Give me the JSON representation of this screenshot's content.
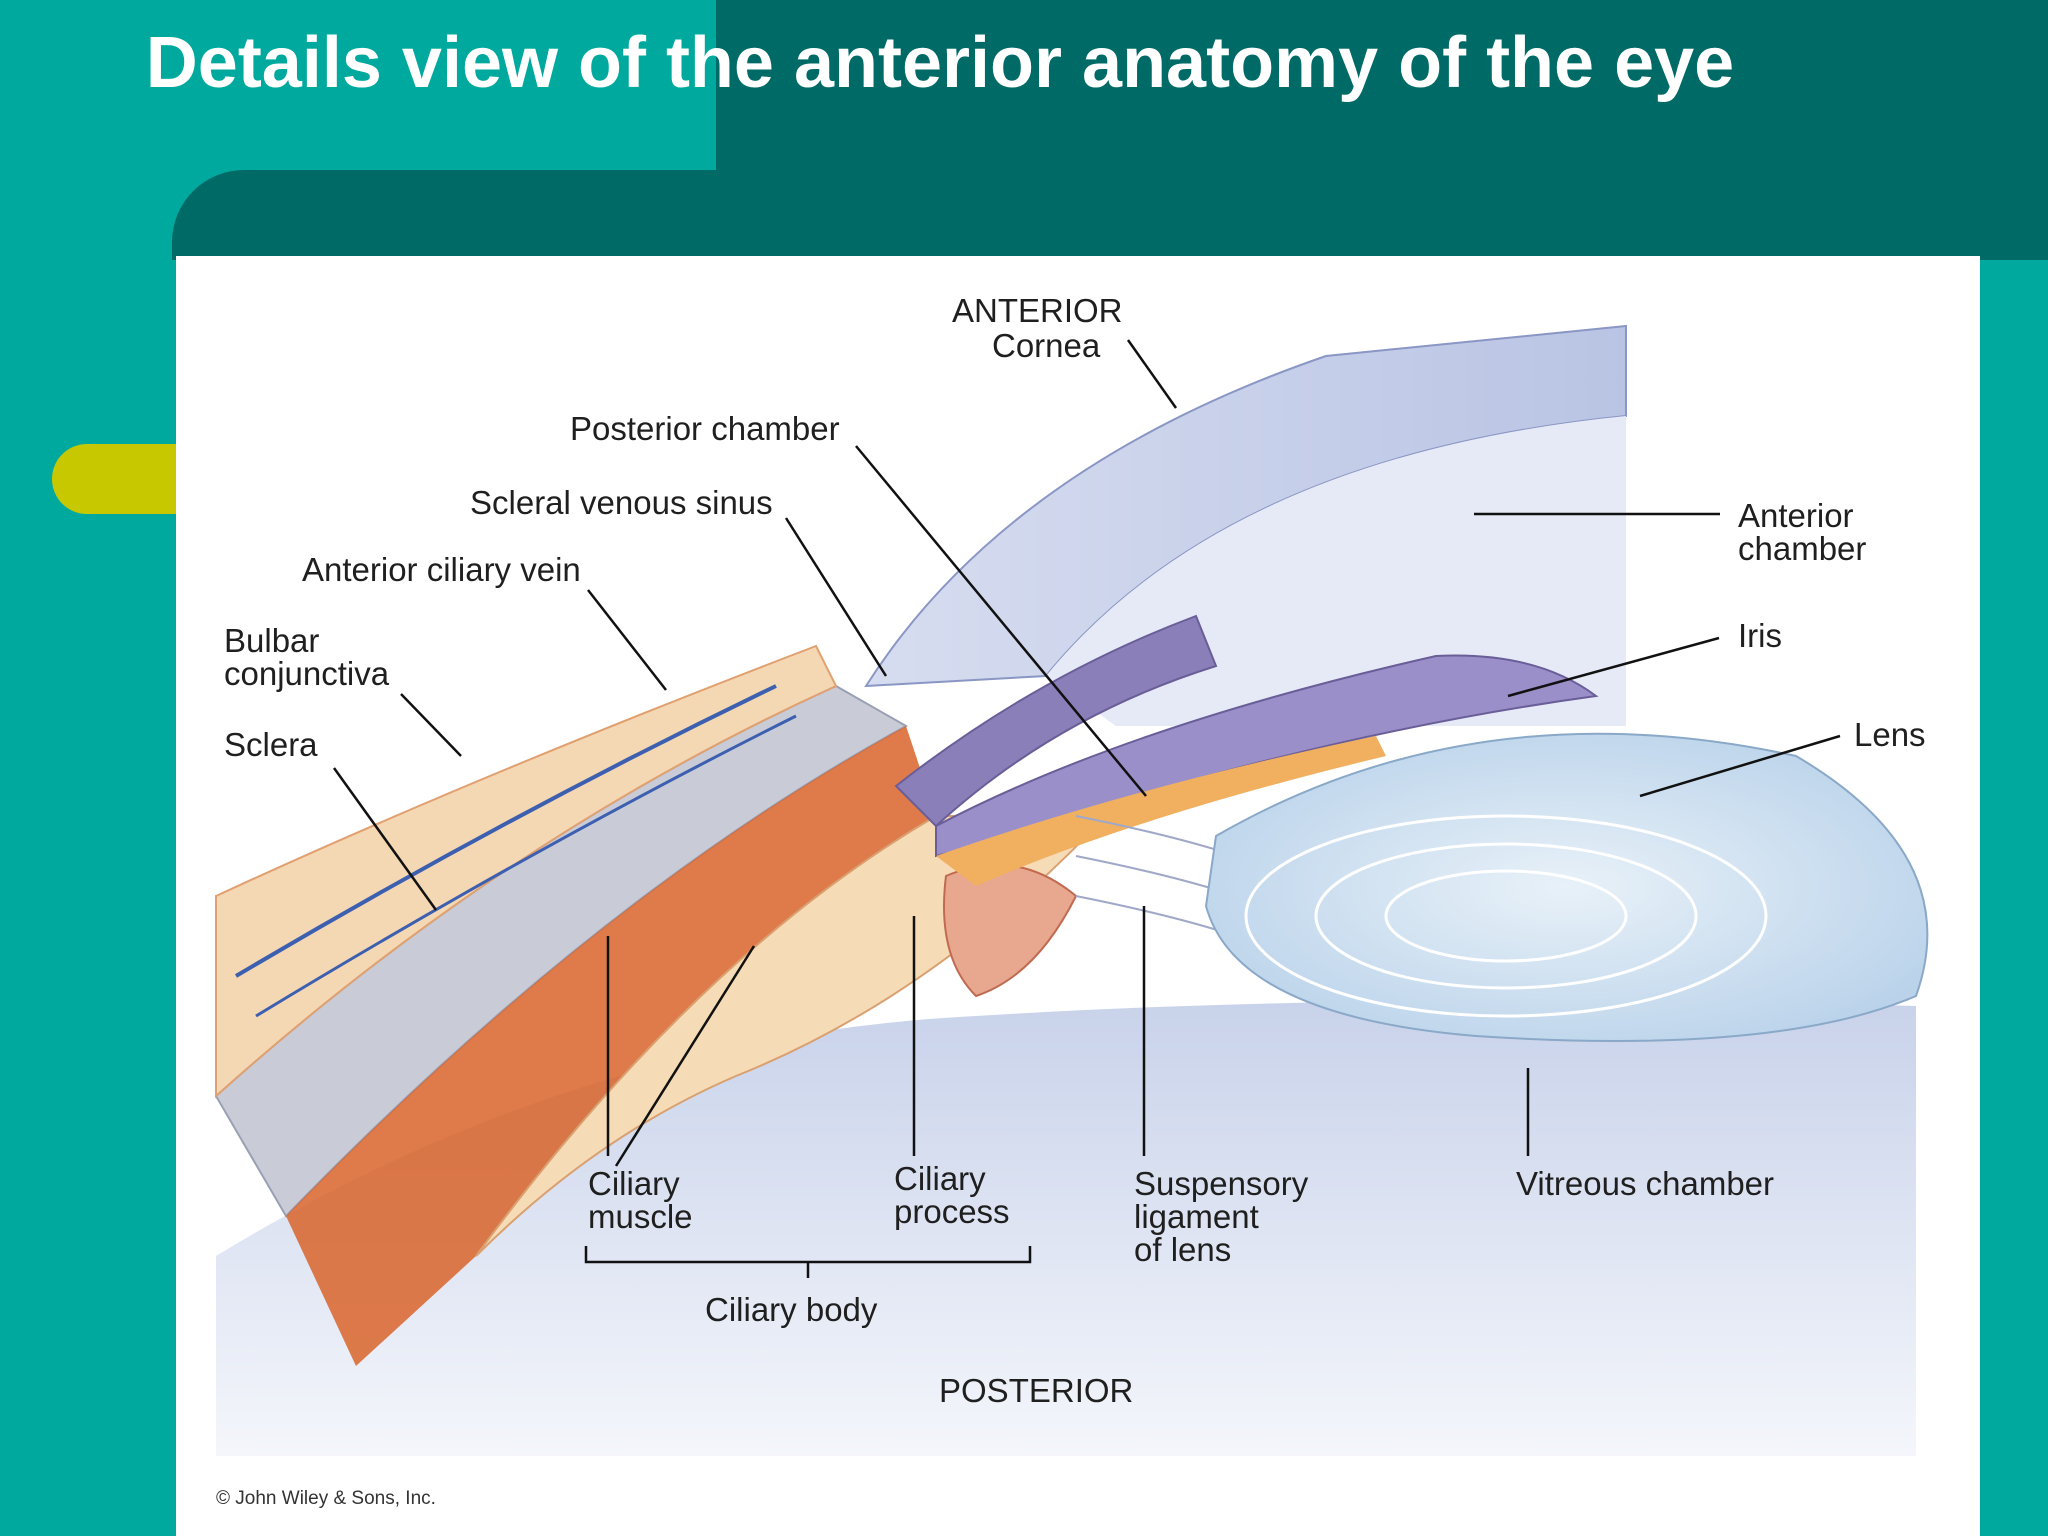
{
  "slide": {
    "title": "Details view of the anterior anatomy of the eye"
  },
  "diagram": {
    "orientation_top": "ANTERIOR",
    "orientation_bottom": "POSTERIOR",
    "labels": {
      "cornea": "Cornea",
      "posterior_chamber": "Posterior chamber",
      "scleral_venous_sinus": "Scleral venous sinus",
      "anterior_ciliary_vein": "Anterior ciliary vein",
      "bulbar_conjunctiva": "Bulbar\nconjunctiva",
      "sclera": "Sclera",
      "anterior_chamber": "Anterior\nchamber",
      "iris": "Iris",
      "lens": "Lens",
      "ciliary_muscle": "Ciliary\nmuscle",
      "ciliary_process": "Ciliary\nprocess",
      "suspensory_ligament": "Suspensory\nligament\nof lens",
      "vitreous_chamber": "Vitreous chamber",
      "ciliary_body": "Ciliary body"
    },
    "copyright": "© John Wiley & Sons, Inc.",
    "colors": {
      "slide_teal": "#00a99d",
      "slide_dark_teal": "#006a66",
      "accent_yellow": "#c8c800",
      "sclera_gray": "#c9ccd6",
      "muscle_orange": "#d9642a",
      "iris_purple": "#8a7fb8",
      "lens_blue": "#cfe0f0"
    }
  }
}
